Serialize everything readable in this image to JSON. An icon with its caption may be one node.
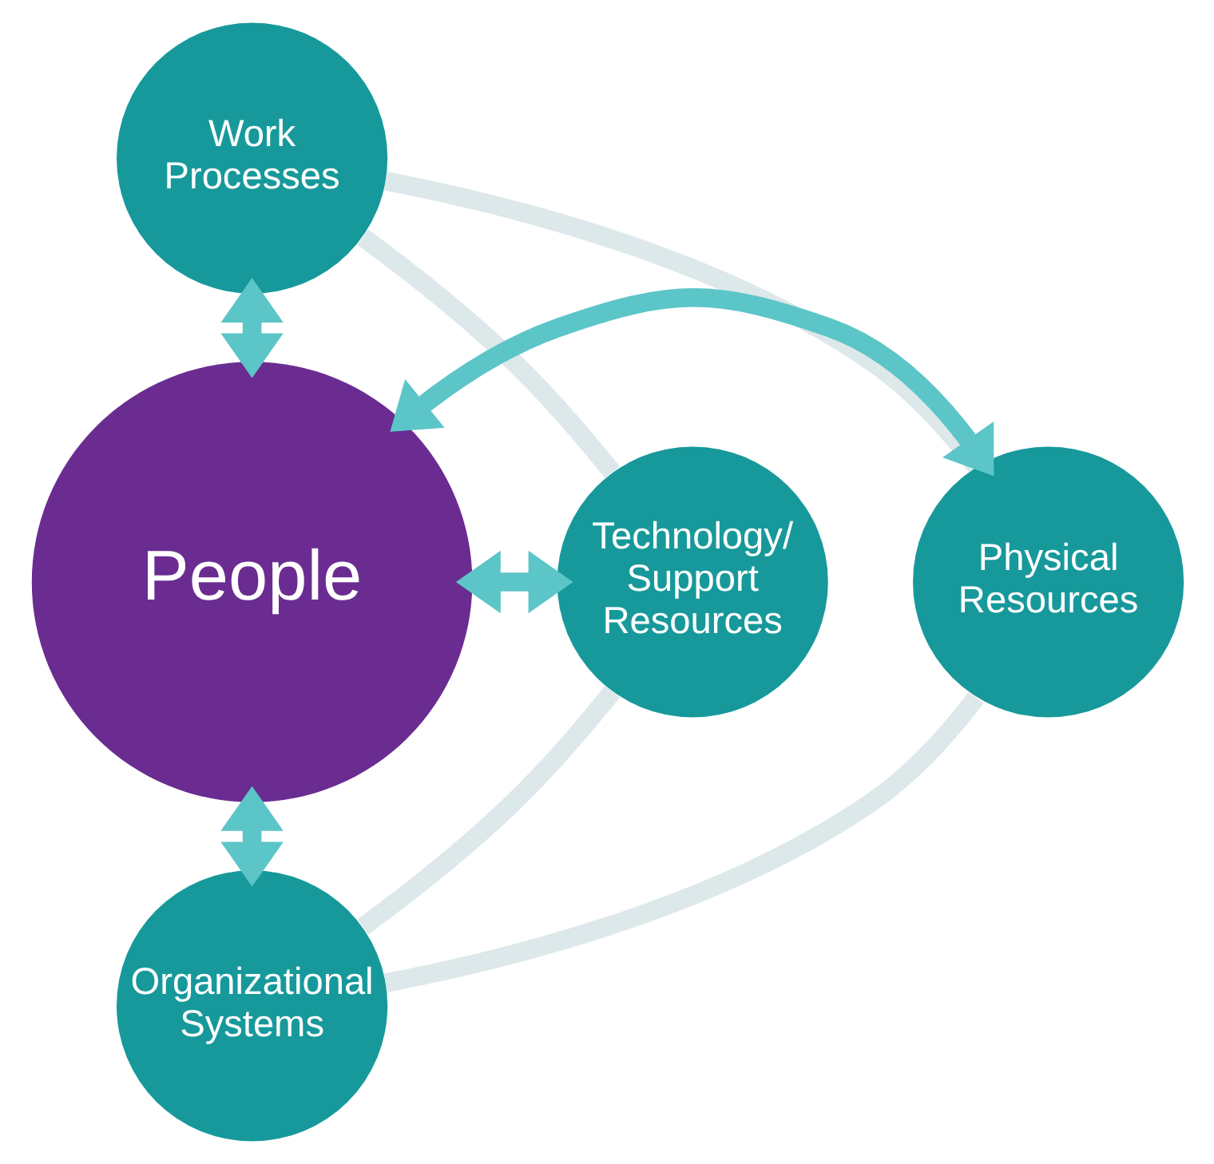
{
  "diagram": {
    "nodes": [
      {
        "text": [
          "Work Processes"
        ]
      },
      {
        "text": [
          "Physical Resources"
        ]
      },
      {
        "text": [
          "People"
        ]
      },
      {
        "text": [
          "Technology/ Support Resources"
        ]
      },
      {
        "text": [
          "Organizational Systems"
        ]
      }
    ],
    "edges": [
      {
        "from": 2,
        "to": 0,
        "arrow": "both"
      },
      {
        "from": 2,
        "to": 1,
        "arrow": "both"
      },
      {
        "from": 2,
        "to": 3,
        "arrow": "both"
      },
      {
        "from": 2,
        "to": 4,
        "arrow": "both"
      },
      {
        "from": 0,
        "to": 3,
        "arrow": "none",
        "color": "#dde8ea"
      },
      {
        "from": 3,
        "to": 4,
        "arrow": "none",
        "color": "#dde8ea"
      },
      {
        "from": 4,
        "to": 1,
        "arrow": "none",
        "color": "#dde8ea"
      },
      {
        "from": 1,
        "to": 0,
        "arrow": "none",
        "color": "#dde8ea"
      }
    ]
  }
}
